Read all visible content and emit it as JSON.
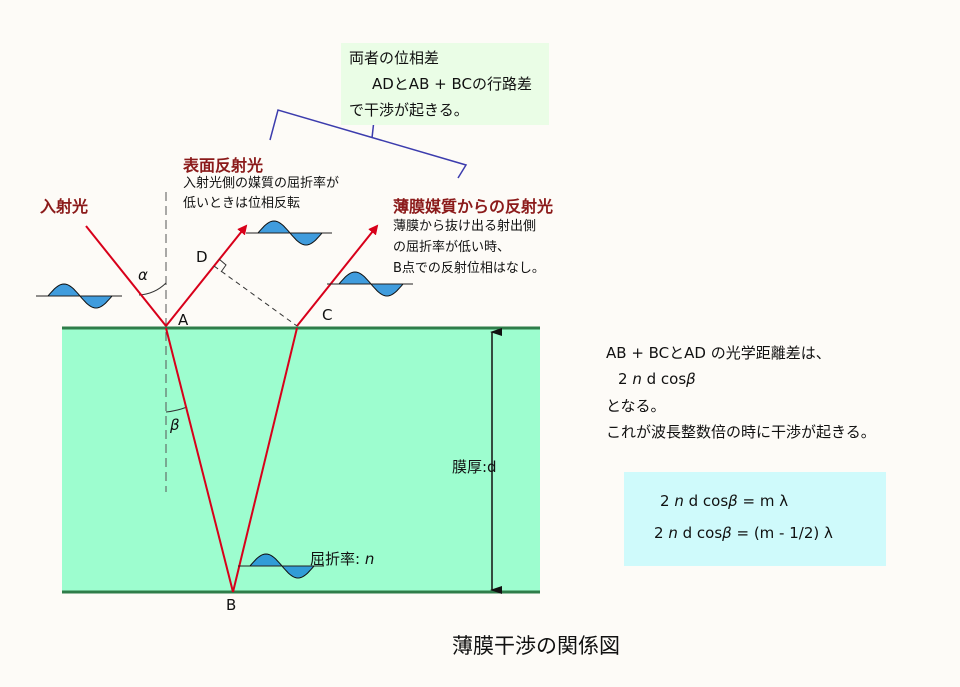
{
  "labels": {
    "incident": "入射光",
    "surface_reflect": "表面反射光",
    "surface_note": [
      "入射光側の媒質の屈折率が",
      "低いときは位相反転"
    ],
    "film_reflect": "薄膜媒質からの反射光",
    "film_note": [
      "薄膜から抜け出る射出側",
      "の屈折率が低い時、",
      "B点での反射位相はなし。"
    ],
    "alpha": "α",
    "beta": "β",
    "point_a": "A",
    "point_b": "B",
    "point_c": "C",
    "point_d": "D",
    "thickness": "膜厚:d",
    "refractive_label": "屈折率:",
    "refractive_symbol": "n"
  },
  "phase_box": [
    "両者の位相差",
    "ADとAB + BCの行路差",
    "で干渉が起きる。"
  ],
  "right_text": {
    "line1": "AB + BCとAD の光学距離差は、",
    "line2_n": "2 ",
    "line2_n_italic": "n",
    "line2_rest": "d cos",
    "line2_beta": "β",
    "line3": "となる。",
    "line4": "これが波長整数倍の時に干渉が起きる。"
  },
  "formula": {
    "top_pre": "2 ",
    "top_n": "n",
    "top_mid": "d cos",
    "top_beta": "β",
    "top_post": " = m λ",
    "bottom_pre": "2 ",
    "bottom_n": "n",
    "bottom_mid": "d cos",
    "bottom_beta": "β",
    "bottom_post": " = (m - 1/2) λ"
  },
  "caption": "薄膜干渉の関係図",
  "colors": {
    "film": "#9dfdcf",
    "film_edge": "#2f7d4a",
    "ray": "#d8001a",
    "phase_box": "#eafde6",
    "formula_box": "#cffafb",
    "bracket": "#3c3cad",
    "wave_fill": "#1f8bd8",
    "label_red": "#8b1a1a"
  }
}
